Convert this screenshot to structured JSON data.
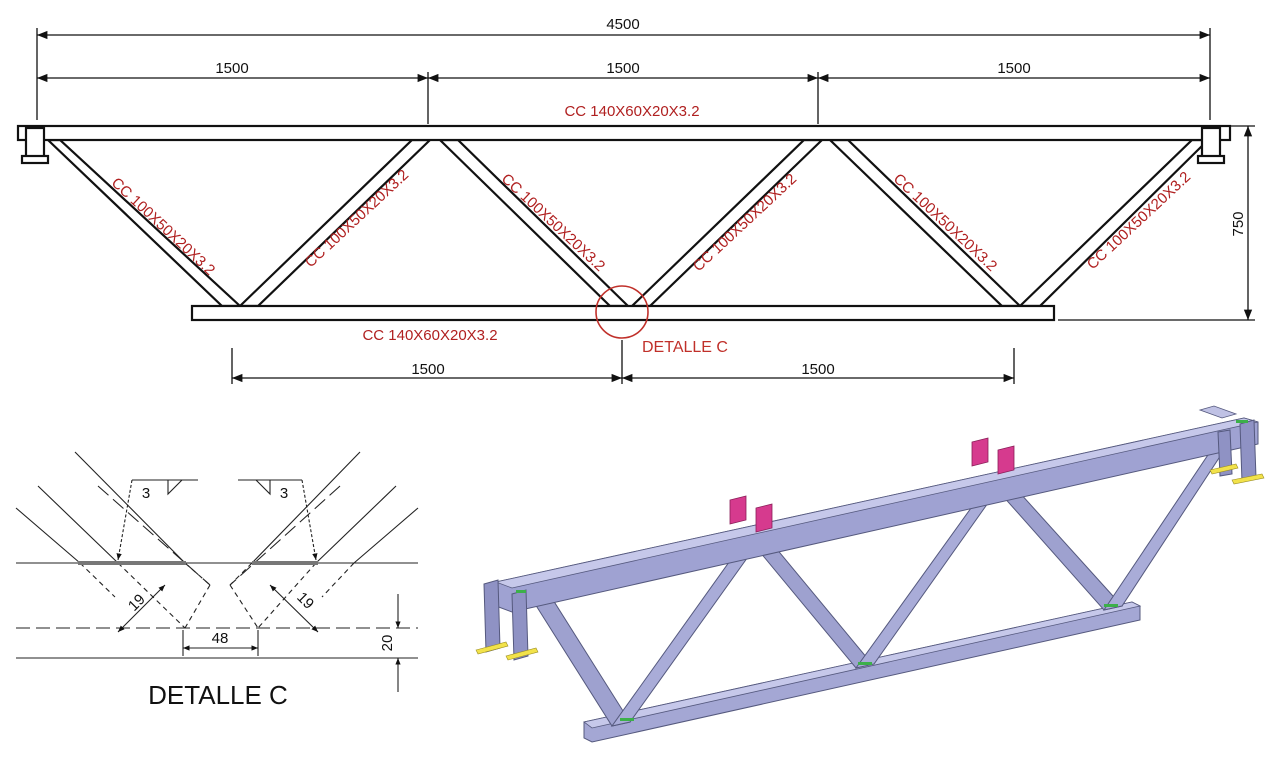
{
  "overall_length": "4500",
  "top_spans": [
    "1500",
    "1500",
    "1500"
  ],
  "bottom_spans": [
    "1500",
    "1500"
  ],
  "height_dim": "750",
  "top_chord_label": "CC 140X60X20X3.2",
  "bottom_chord_label": "CC 140X60X20X3.2",
  "diagonal_label": "CC 100X50X20X3.2",
  "detail_callout": "DETALLE C",
  "detail": {
    "title": "DETALLE C",
    "weld_left": "3",
    "weld_right": "3",
    "dim_left": "19",
    "dim_right": "19",
    "dim_gap": "48",
    "dim_offset": "20"
  },
  "colors": {
    "label_red": "#b02020",
    "callout_red": "#c0302a",
    "steel": "#a4a7d4",
    "plate": "#d63a8e",
    "weld_green": "#3cb04a",
    "base_yellow": "#f2e24a"
  }
}
